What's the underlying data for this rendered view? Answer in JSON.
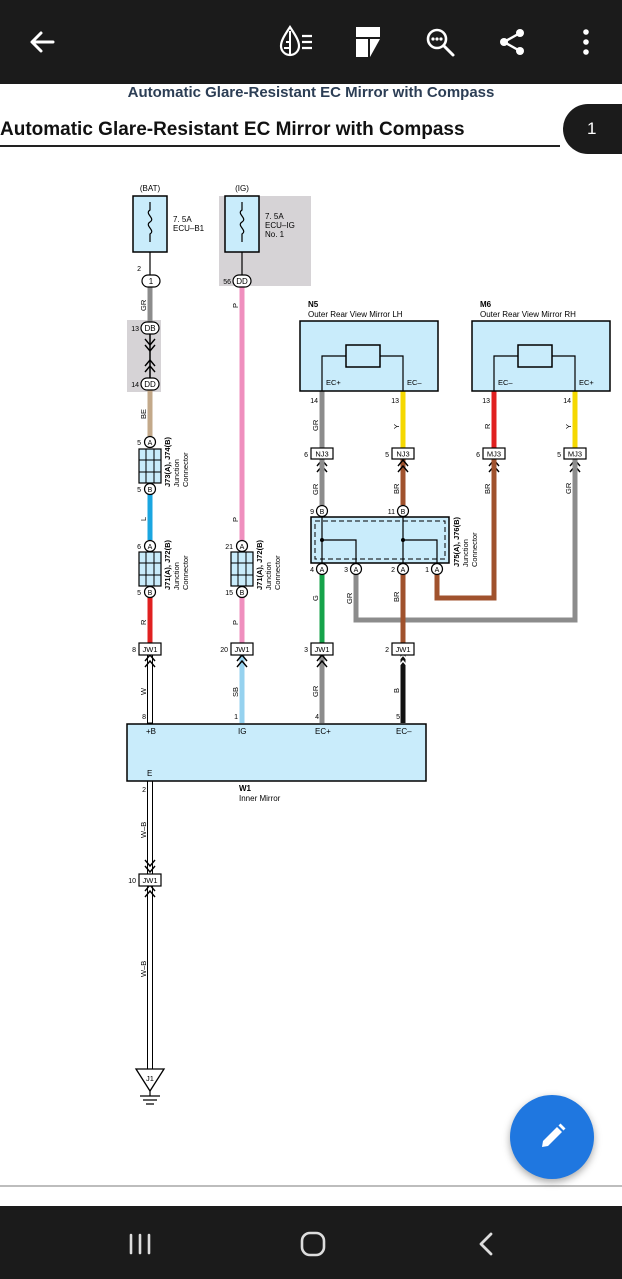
{
  "toolbar": {
    "icons": [
      "back-arrow-icon",
      "reading-mode-icon",
      "page-layout-icon",
      "search-icon",
      "share-icon",
      "more-options-icon"
    ]
  },
  "document": {
    "header": "Automatic Glare-Resistant EC Mirror with Compass",
    "title": "Automatic Glare-Resistant EC Mirror with Compass",
    "page_number": "1"
  },
  "diagram": {
    "fuse_bat": {
      "source": "(BAT)",
      "rating": "7. 5A",
      "name": "ECU–B1"
    },
    "fuse_ig": {
      "source": "(IG)",
      "rating": "7. 5A",
      "name_line1": "ECU–IG",
      "name_line2": "No. 1"
    },
    "connectors": {
      "c1": "1",
      "db": "DB",
      "dd": "DD",
      "nj3": "NJ3",
      "mj3": "MJ3",
      "jw1": "JW1",
      "pin_a": "A",
      "pin_b": "B"
    },
    "pins": {
      "p2": "2",
      "p13": "13",
      "p14": "14",
      "p56": "56",
      "p5": "5",
      "p6": "6",
      "p21": "21",
      "p15": "15",
      "p9": "9",
      "p11": "11",
      "p4": "4",
      "p3": "3",
      "p1": "1",
      "p8": "8",
      "p20": "20",
      "p10": "10"
    },
    "wires": {
      "gr": "GR",
      "be": "BE",
      "l": "L",
      "r": "R",
      "w": "W",
      "p": "P",
      "sb": "SB",
      "g": "G",
      "br": "BR",
      "b": "B",
      "y": "Y",
      "wb": "W–B"
    },
    "junctions": {
      "j73": "J73(A), J74(B)",
      "j71_left": "J71(A), J72(B)",
      "j71_right": "J71(A), J72(B)",
      "j75": "J75(A), J76(B)",
      "label_line1": "Junction",
      "label_line2": "Connector"
    },
    "mirror_lh": {
      "code": "N5",
      "name": "Outer Rear View Mirror LH",
      "term_plus": "EC+",
      "term_minus": "EC–"
    },
    "mirror_rh": {
      "code": "M6",
      "name": "Outer Rear View Mirror RH",
      "term_plus": "EC+",
      "term_minus": "EC–"
    },
    "inner_mirror": {
      "code": "W1",
      "name": "Inner Mirror",
      "term_b": "+B",
      "term_ig": "IG",
      "term_ecp": "EC+",
      "term_ecm": "EC–",
      "term_e": "E"
    },
    "ground": "J1",
    "colors": {
      "gray": "#8c8c8c",
      "tan": "#c3a98a",
      "blue": "#1aa6e0",
      "red": "#e02020",
      "pink": "#ef8fbe",
      "lightblue": "#96d2ef",
      "green": "#16a34a",
      "brown": "#a0522d",
      "black": "#111111",
      "yellow": "#f5d800",
      "component_fill": "#c9ecfb",
      "white_wire": "#ffffff"
    }
  },
  "fab": {
    "icon": "edit-pencil-icon"
  },
  "navbar": {
    "icons": [
      "recent-apps-icon",
      "home-icon",
      "nav-back-icon"
    ]
  }
}
